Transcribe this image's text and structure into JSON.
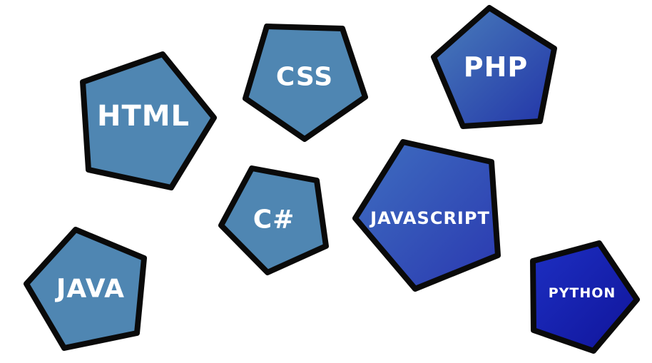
{
  "languages": [
    {
      "id": "html",
      "label": "HTML",
      "fill": "#4f86b2"
    },
    {
      "id": "css",
      "label": "CSS",
      "fill": "#4f86b2"
    },
    {
      "id": "php",
      "label": "PHP",
      "fill": "#3357b0"
    },
    {
      "id": "csharp",
      "label": "C#",
      "fill": "#4f86b2"
    },
    {
      "id": "javascript",
      "label": "JAVASCRIPT",
      "fill": "#3350b4"
    },
    {
      "id": "java",
      "label": "JAVA",
      "fill": "#4f86b2"
    },
    {
      "id": "python",
      "label": "PYTHON",
      "fill": "#1a22b6"
    }
  ],
  "gradients": {
    "php": [
      "#4a7fbb",
      "#2234a8"
    ],
    "javascript": [
      "#3f6fc0",
      "#2a38b0"
    ],
    "python": [
      "#1d2fc2",
      "#10149a"
    ]
  }
}
